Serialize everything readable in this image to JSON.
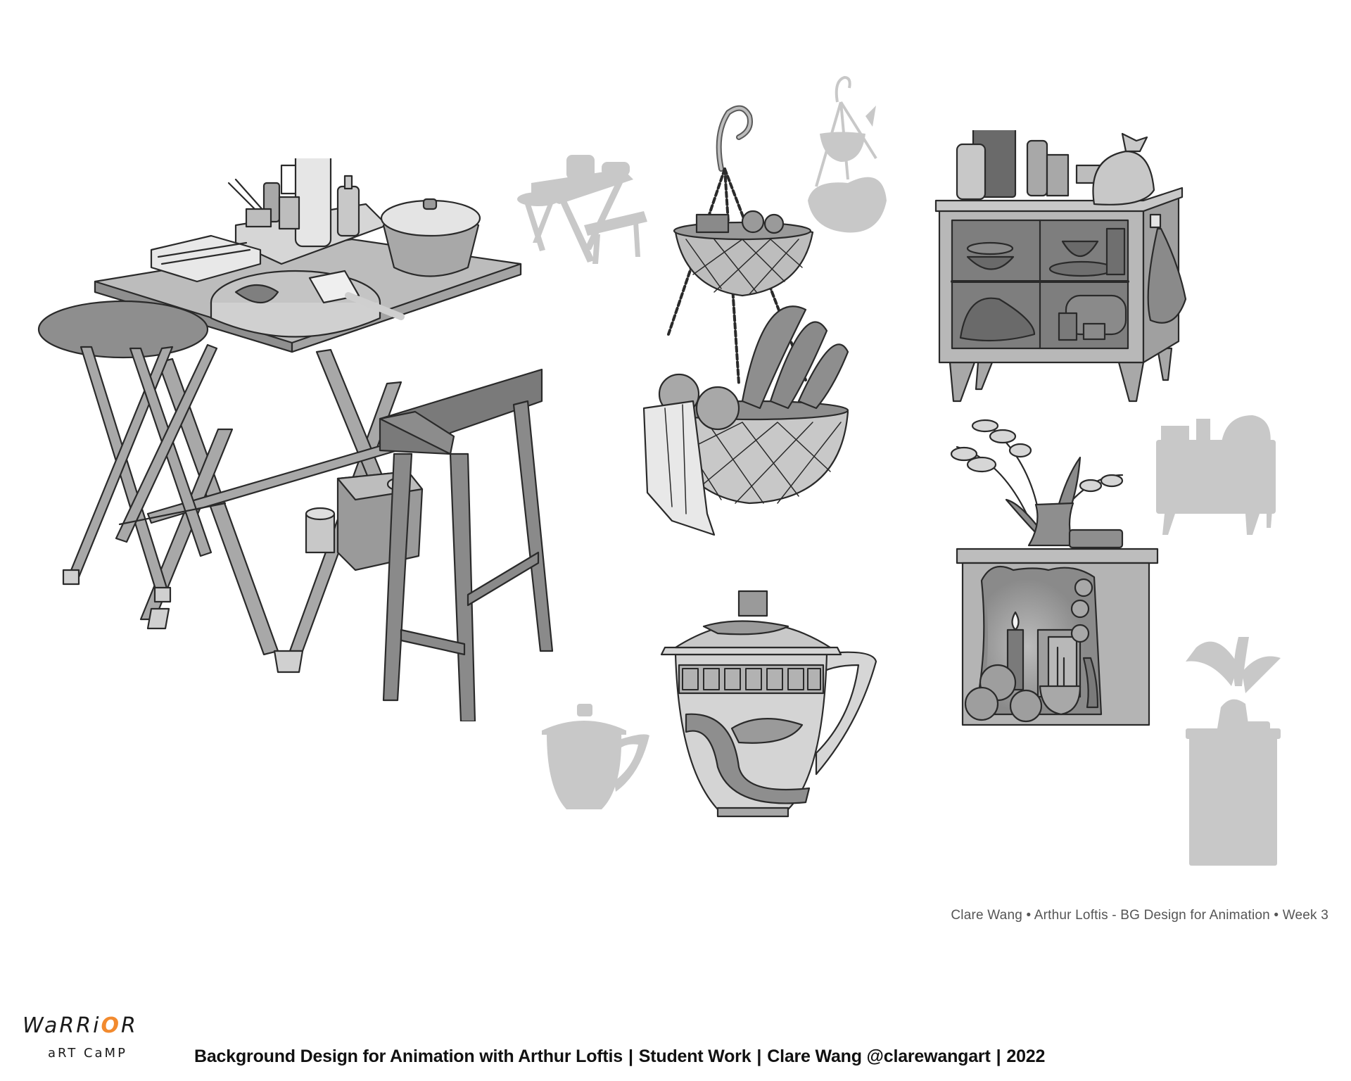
{
  "sheet": {
    "background": "#ffffff",
    "artwork_items": [
      {
        "id": "table-set",
        "label": "Folding table with stools and kitchen items"
      },
      {
        "id": "table-set-silhouette",
        "label": "Table set silhouette"
      },
      {
        "id": "hanging-basket",
        "label": "Two-tier hanging fruit basket"
      },
      {
        "id": "hanging-basket-silhouette",
        "label": "Hanging basket silhouette"
      },
      {
        "id": "cabinet",
        "label": "Glass-door cabinet with jars and bags"
      },
      {
        "id": "cabinet-silhouette",
        "label": "Cabinet silhouette"
      },
      {
        "id": "tea-mug",
        "label": "Lidded porcelain tea mug with dragon pattern"
      },
      {
        "id": "tea-mug-silhouette",
        "label": "Tea mug silhouette"
      },
      {
        "id": "shrine",
        "label": "Altar shrine with vase, candle, oranges and incense"
      },
      {
        "id": "shrine-silhouette",
        "label": "Shrine silhouette"
      }
    ],
    "colors": {
      "line": "#2a2a2a",
      "silhouette": "#c8c8c8",
      "mid_gray": "#9a9a9a",
      "light_gray": "#d6d6d6",
      "dark_gray": "#6f6f6f",
      "logo_accent": "#f28a2e"
    }
  },
  "credit_line": "Clare Wang • Arthur Loftis - BG Design for Animation • Week 3",
  "footer": {
    "logo": {
      "line1_pre": "WaRRi",
      "line1_accent": "O",
      "line1_post": "R",
      "line2": "aRT CaMP"
    },
    "parts": [
      "Background Design for Animation with Arthur Loftis",
      "Student Work",
      "Clare Wang @clarewangart",
      "2022"
    ],
    "separator": "|"
  }
}
